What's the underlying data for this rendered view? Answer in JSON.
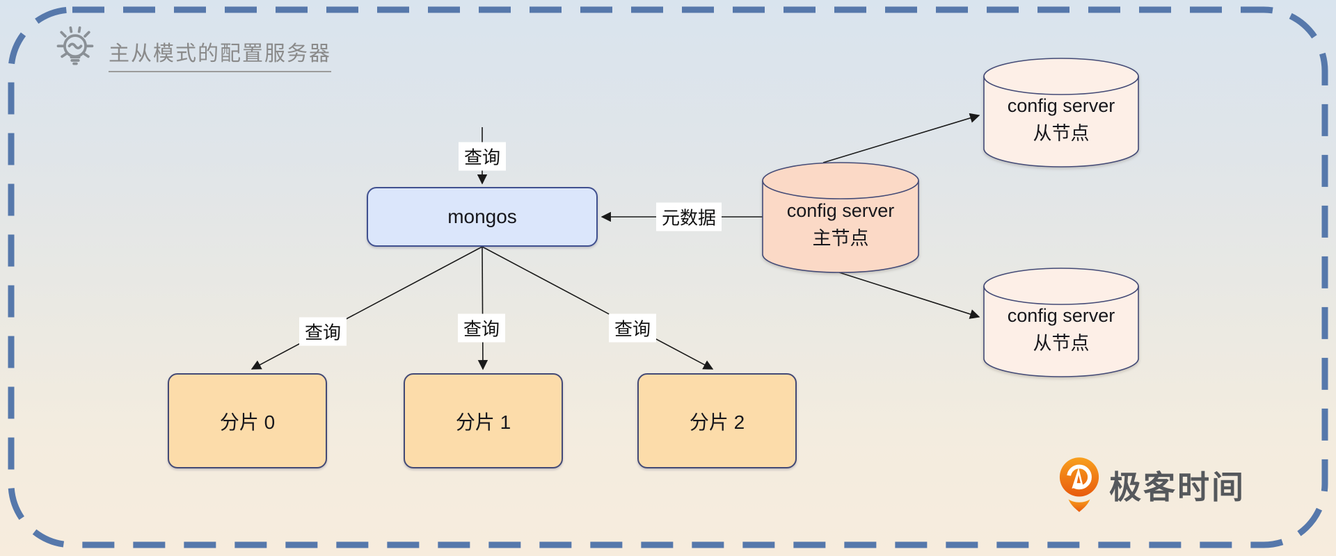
{
  "title": {
    "text": "主从模式的配置服务器"
  },
  "icons": {
    "title_icon": "bulb-icon",
    "logo_icon": "geektime-pin-icon"
  },
  "nodes": {
    "mongos": {
      "label": "mongos"
    },
    "shard0": {
      "label": "分片 0"
    },
    "shard1": {
      "label": "分片 1"
    },
    "shard2": {
      "label": "分片 2"
    },
    "config_primary": {
      "line1": "config server",
      "line2": "主节点"
    },
    "config_secondary_top": {
      "line1": "config server",
      "line2": "从节点"
    },
    "config_secondary_bottom": {
      "line1": "config server",
      "line2": "从节点"
    }
  },
  "edge_labels": {
    "query_top": "查询",
    "query_left": "查询",
    "query_mid": "查询",
    "query_right": "查询",
    "metadata": "元数据"
  },
  "logo": {
    "text": "极客时间"
  },
  "colors": {
    "frame_dash": "#5678ab",
    "background_top": "#d9e4ee",
    "background_bottom": "#f7ecdd",
    "mongos_fill": "#dbe6fb",
    "mongos_border": "#40508f",
    "shard_fill": "#fcdcaa",
    "config_primary_fill": "#fbd9c6",
    "config_secondary_fill": "#fdefe7",
    "node_border": "#434a76",
    "edge_line": "#1a1a1a",
    "title_gray": "#8a8a8a",
    "logo_orange": "#ed6c12",
    "logo_text_gray": "#55585c"
  }
}
